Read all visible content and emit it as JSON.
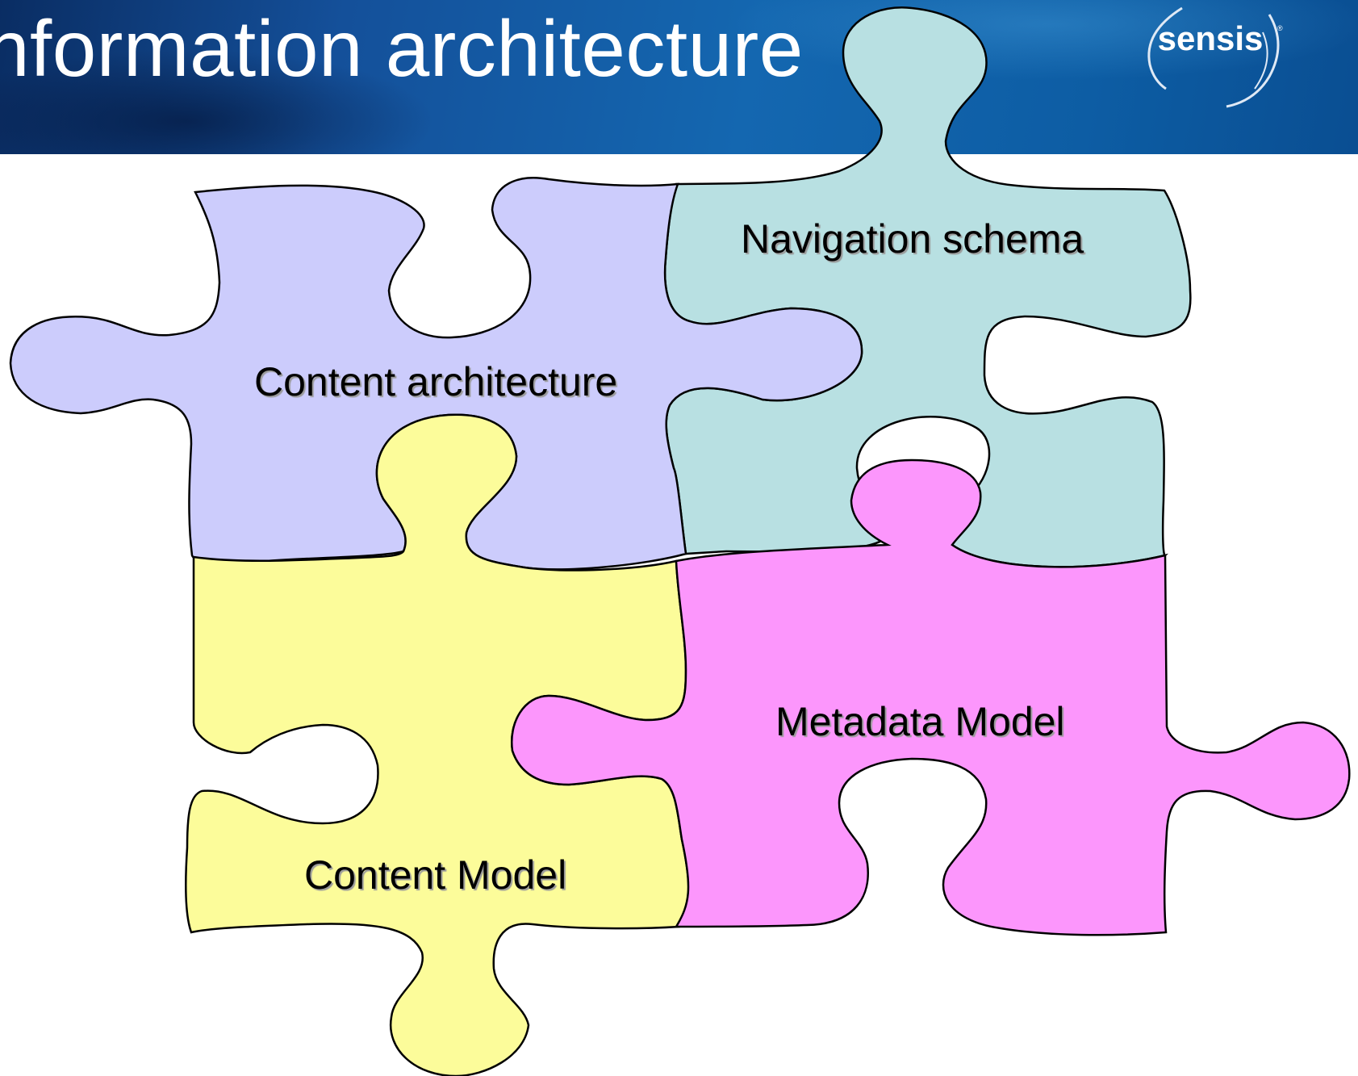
{
  "slide": {
    "title": "nformation architecture",
    "logo_text": "sensis"
  },
  "pieces": [
    {
      "id": "content-architecture",
      "label": "Content architecture",
      "color": "#ccccfc"
    },
    {
      "id": "navigation-schema",
      "label": "Navigation schema",
      "color": "#b8e0e2"
    },
    {
      "id": "content-model",
      "label": "Content Model",
      "color": "#fcfc9a"
    },
    {
      "id": "metadata-model",
      "label": "Metadata Model",
      "color": "#fc96fc"
    }
  ],
  "colors": {
    "header_dark": "#0a2d63",
    "header_light": "#1467b0",
    "outline": "#000000"
  }
}
